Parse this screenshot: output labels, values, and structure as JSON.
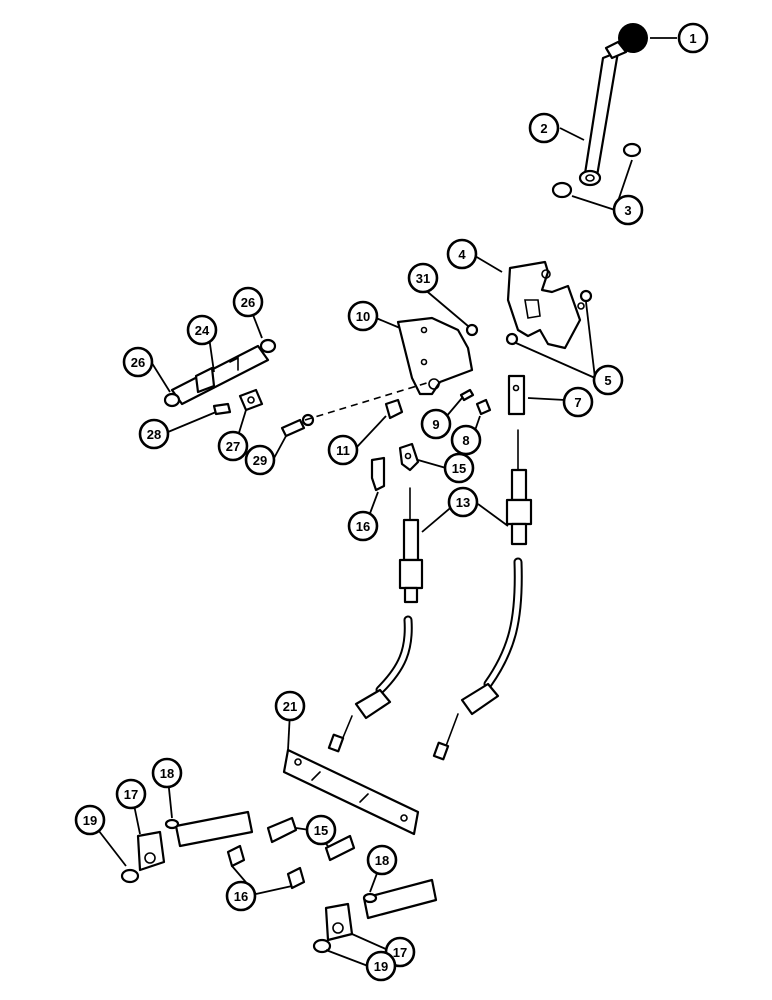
{
  "callouts": [
    {
      "id": "c-1",
      "label": "1"
    },
    {
      "id": "c-2",
      "label": "2"
    },
    {
      "id": "c-3",
      "label": "3"
    },
    {
      "id": "c-4",
      "label": "4"
    },
    {
      "id": "c-5",
      "label": "5"
    },
    {
      "id": "c-7",
      "label": "7"
    },
    {
      "id": "c-8",
      "label": "8"
    },
    {
      "id": "c-9",
      "label": "9"
    },
    {
      "id": "c-10",
      "label": "10"
    },
    {
      "id": "c-11",
      "label": "11"
    },
    {
      "id": "c-13",
      "label": "13"
    },
    {
      "id": "c-15a",
      "label": "15"
    },
    {
      "id": "c-15b",
      "label": "15"
    },
    {
      "id": "c-16a",
      "label": "16"
    },
    {
      "id": "c-16b",
      "label": "16"
    },
    {
      "id": "c-17a",
      "label": "17"
    },
    {
      "id": "c-17b",
      "label": "17"
    },
    {
      "id": "c-18a",
      "label": "18"
    },
    {
      "id": "c-18b",
      "label": "18"
    },
    {
      "id": "c-19a",
      "label": "19"
    },
    {
      "id": "c-19b",
      "label": "19"
    },
    {
      "id": "c-21",
      "label": "21"
    },
    {
      "id": "c-24",
      "label": "24"
    },
    {
      "id": "c-26a",
      "label": "26"
    },
    {
      "id": "c-26b",
      "label": "26"
    },
    {
      "id": "c-27",
      "label": "27"
    },
    {
      "id": "c-28",
      "label": "28"
    },
    {
      "id": "c-29",
      "label": "29"
    },
    {
      "id": "c-31",
      "label": "31"
    }
  ]
}
